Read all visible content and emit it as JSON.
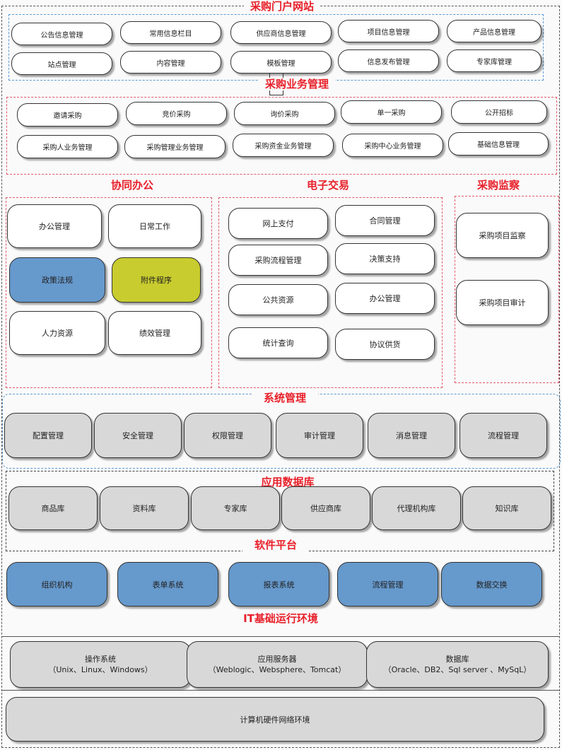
{
  "portal": {
    "title": "采购门户网站",
    "items": [
      "公告信息管理",
      "常用信息栏目",
      "供应商信息管理",
      "项目信息管理",
      "产品信息管理",
      "站点管理",
      "内容管理",
      "模板管理",
      "信息发布管理",
      "专家库管理"
    ]
  },
  "business": {
    "title": "采购业务管理",
    "items": [
      "邀请采购",
      "竞价采购",
      "询价采购",
      "单一采购",
      "公开招标",
      "采购人业务管理",
      "采购管理业务管理",
      "采购资金业务管理",
      "采购中心业务管理",
      "基础信息管理"
    ]
  },
  "office": {
    "title": "协同办公",
    "items": [
      "办公管理",
      "日常工作",
      "政策法规",
      "附件程序",
      "人力资源",
      "绩效管理"
    ]
  },
  "trade": {
    "title": "电子交易",
    "items": [
      "网上支付",
      "合同管理",
      "采购流程管理",
      "决策支持",
      "公共资源",
      "办公管理",
      "统计查询",
      "协议供货"
    ]
  },
  "supervision": {
    "title": "采购监察",
    "items": [
      "采购项目监察",
      "采购项目审计"
    ]
  },
  "system": {
    "title": "系统管理",
    "items": [
      "配置管理",
      "安全管理",
      "权限管理",
      "审计管理",
      "消息管理",
      "流程管理"
    ]
  },
  "database": {
    "title": "应用数据库",
    "items": [
      "商品库",
      "资料库",
      "专家库",
      "供应商库",
      "代理机构库",
      "知识库"
    ]
  },
  "platform": {
    "title": "软件平台",
    "items": [
      "组织机构",
      "表单系统",
      "报表系统",
      "流程管理",
      "数据交换"
    ]
  },
  "it": {
    "title": "IT基础运行环境",
    "items": [
      {
        "name": "操作系统",
        "detail": "（Unix、Linux、Windows）"
      },
      {
        "name": "应用服务器",
        "detail": "（Weblogic、Websphere、Tomcat）"
      },
      {
        "name": "数据库",
        "detail": "（Oracle、DB2、Sql server 、MySqL）"
      }
    ]
  },
  "hardware": {
    "label": "计算机硬件网络环境"
  },
  "colors": {
    "title_red": "#e8202a",
    "blue_fill": "#6699cc",
    "olive_fill": "#c8cc2e",
    "gray_fill": "#d8d8d8"
  }
}
